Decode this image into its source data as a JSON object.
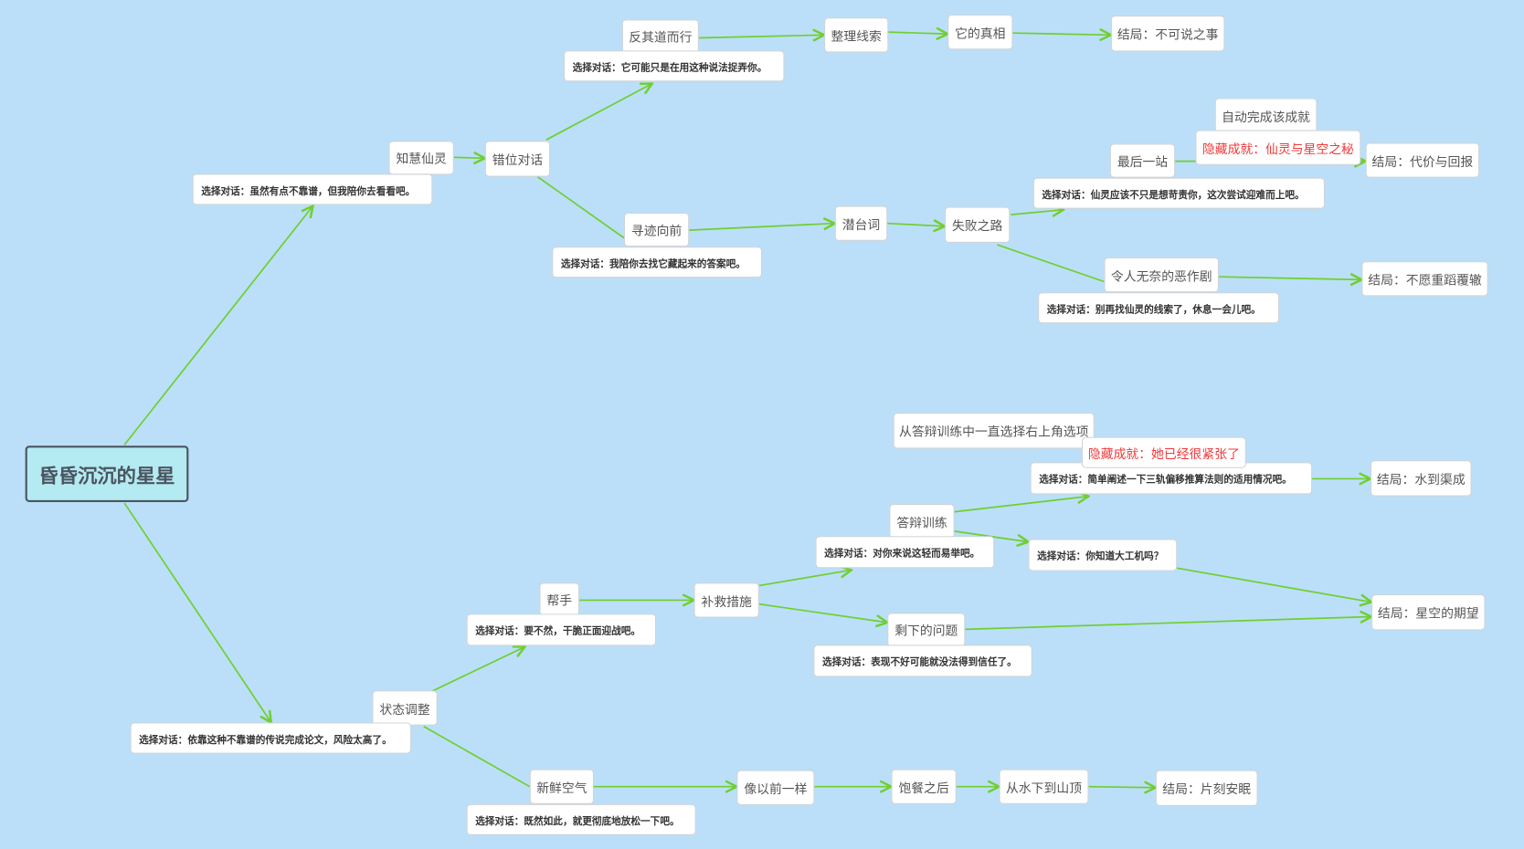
{
  "root": "昏昏沉沉的星星",
  "nodes": {
    "d_upper": "选择对话：虽然有点不靠谱，但我陪你去看看吧。",
    "zhihui": "知慧仙灵",
    "cuowei": "错位对话",
    "fanqi": "反其道而行",
    "d_fanqi": "选择对话：它可能只是在用这种说法捉弄你。",
    "zhengli": "整理线索",
    "zhenxiang": "它的真相",
    "end_bukeshuo": "结局：不可说之事",
    "xunji": "寻迹向前",
    "d_xunji": "选择对话：我陪你去找它藏起来的答案吧。",
    "qiantaici": "潜台词",
    "shibai": "失败之路",
    "zuihou": "最后一站",
    "d_zuihou": "选择对话：仙灵应该不只是想苛责你，这次尝试迎难而上吧。",
    "auto_ach": "自动完成该成就",
    "hidden_ach1": "隐藏成就：仙灵与星空之秘",
    "end_daijia": "结局：代价与回报",
    "ezuoju": "令人无奈的恶作剧",
    "d_ezuoju": "选择对话：别再找仙灵的线索了，休息一会儿吧。",
    "end_buyuan": "结局：不愿重蹈覆辙",
    "d_lower": "选择对话：依靠这种不靠谱的传说完成论文，风险太高了。",
    "zhuangtai": "状态调整",
    "bangshou": "帮手",
    "d_bangshou": "选择对话：要不然，干脆正面迎战吧。",
    "bujiu": "补救措施",
    "dabian": "答辩训练",
    "d_dabian": "选择对话：对你来说这轻而易举吧。",
    "hint": "从答辩训练中一直选择右上角选项",
    "hidden_ach2": "隐藏成就：她已经很紧张了",
    "d_jianshu": "选择对话：简单阐述一下三轨偏移推算法则的适用情况吧。",
    "end_shuidao": "结局：水到渠成",
    "d_dagong": "选择对话：你知道大工机吗？",
    "end_xingkong": "结局：星空的期望",
    "shengxia": "剩下的问题",
    "d_shengxia": "选择对话：表现不好可能就没法得到信任了。",
    "xinxian": "新鲜空气",
    "d_xinxian": "选择对话：既然如此，就更彻底地放松一下吧。",
    "yiqian": "像以前一样",
    "baocan": "饱餐之后",
    "shuixia": "从水下到山顶",
    "end_pianke": "结局：片刻安眠"
  },
  "colors": {
    "background": "#bbdff8",
    "edge": "#6fcf2f",
    "hidden": "#f03a3a",
    "root_fill": "#b4eaf1"
  }
}
